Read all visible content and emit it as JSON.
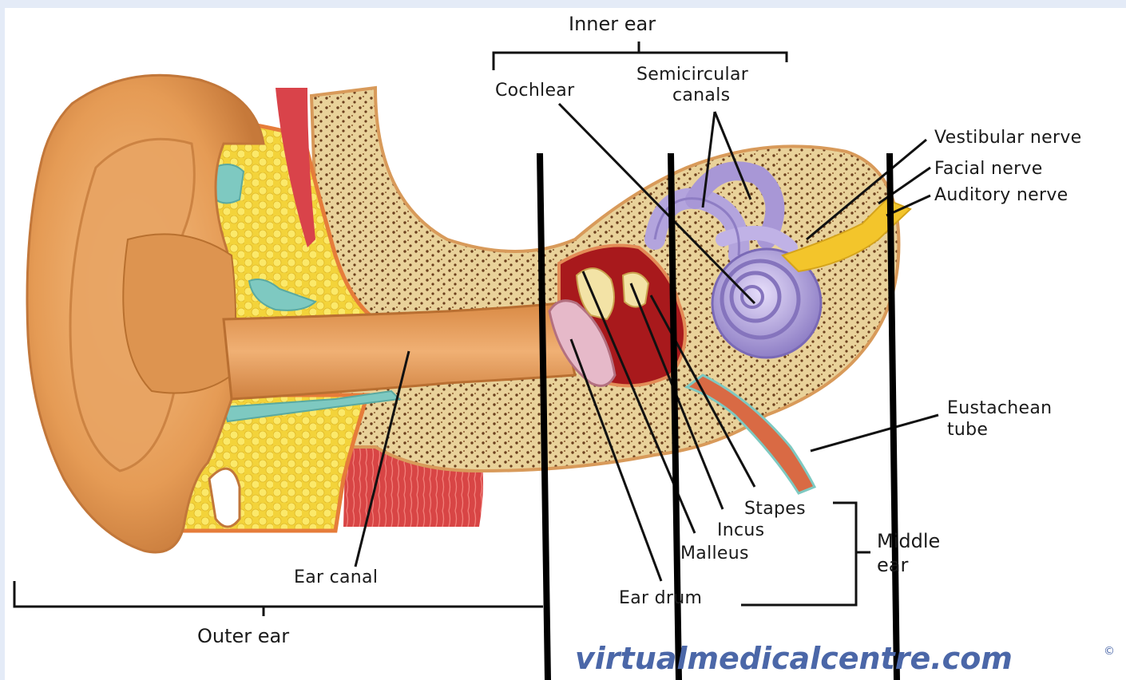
{
  "labels": {
    "inner_ear": "Inner ear",
    "cochlear": "Cochlear",
    "semicircular_1": "Semicircular",
    "semicircular_2": "canals",
    "vestibular_nerve": "Vestibular nerve",
    "facial_nerve": "Facial  nerve",
    "auditory_nerve": "Auditory nerve",
    "eustachean_1": "Eustachean",
    "eustachean_2": "tube",
    "stapes": "Stapes",
    "incus": "Incus",
    "malleus": "Malleus",
    "middle_1": "Middle",
    "middle_2": "ear",
    "ear_drum": "Ear drum",
    "ear_canal": "Ear canal",
    "outer_ear": "Outer ear"
  },
  "watermark": {
    "text": "virtualmedicalcentre.com",
    "symbol": "©"
  },
  "colors": {
    "background": "#e4ebf7",
    "skin": "#e8a463",
    "skin_dark": "#c97a3c",
    "bone": "#ecd9a6",
    "fat": "#f6e24a",
    "cartilage": "#7ec9c1",
    "muscle": "#d8494a",
    "inner_ear": "#b3a4dd",
    "nerve": "#f0c12a",
    "cavity": "#9c1c1c",
    "lines": "#111111",
    "watermark": "#4b67a8"
  }
}
